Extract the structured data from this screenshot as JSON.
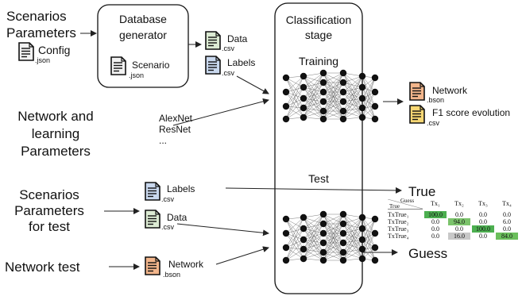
{
  "inputs": {
    "scenarios_parameters": [
      "Scenarios",
      "Parameters"
    ],
    "network_learning_parameters": [
      "Network and",
      "learning",
      "Parameters"
    ],
    "scenarios_parameters_test": [
      "Scenarios",
      "Parameters",
      "for test"
    ],
    "network_test": "Network test"
  },
  "files": {
    "config": {
      "name": "Config",
      "ext": ".json"
    },
    "scenario": {
      "name": "Scenario",
      "ext": ".json"
    },
    "data": {
      "name": "Data",
      "ext": ".csv"
    },
    "labels": {
      "name": "Labels",
      "ext": ".csv"
    },
    "network_out": {
      "name": "Network",
      "ext": ".bson"
    },
    "f1": {
      "name": "F1 score evolution",
      "ext": ".csv"
    },
    "labels_test": {
      "name": "Labels",
      "ext": ".csv"
    },
    "data_test": {
      "name": "Data",
      "ext": ".csv"
    },
    "network_in": {
      "name": "Network",
      "ext": ".bson"
    }
  },
  "database_generator": [
    "Database",
    "generator"
  ],
  "classification_stage": [
    "Classification",
    "stage"
  ],
  "training_label": "Training",
  "test_label": "Test",
  "network_list": [
    "AlexNet",
    "ResNet",
    "..."
  ],
  "outputs": {
    "true": "True",
    "guess": "Guess"
  },
  "confusion_matrix": {
    "corner_top": "Guess",
    "corner_bottom": "True",
    "columns": [
      "Tx₁",
      "Tx₂",
      "Tx₃",
      "Tx₄"
    ],
    "rows": [
      "TxTrue₁",
      "TxTrue₂",
      "TxTrue₃",
      "TxTrue₄"
    ],
    "values": [
      [
        "100.0",
        "0.0",
        "0.0",
        "0.0"
      ],
      [
        "0.0",
        "94.0",
        "0.0",
        "6.0"
      ],
      [
        "0.0",
        "0.0",
        "100.0",
        "0.0"
      ],
      [
        "0.0",
        "16.0",
        "0.0",
        "84.0"
      ]
    ],
    "cell_colors": [
      [
        "#4caf50",
        "",
        "",
        ""
      ],
      [
        "",
        "#7bc36b",
        "",
        ""
      ],
      [
        "",
        "",
        "#4caf50",
        ""
      ],
      [
        "",
        "#c8c8c8",
        "",
        "#6bbf5c"
      ]
    ]
  },
  "colors": {
    "file_green": "#dcebd3",
    "file_blue": "#c9d8ee",
    "file_orange": "#f2b58b",
    "file_yellow": "#f7d774"
  }
}
